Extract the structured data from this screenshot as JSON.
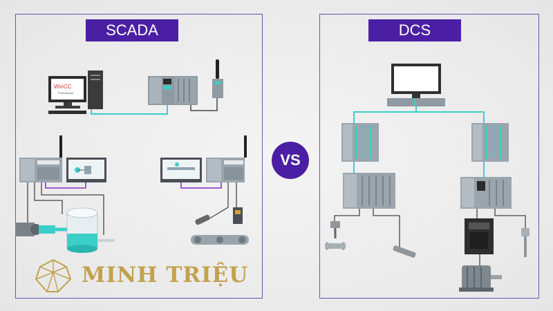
{
  "scada": {
    "title": "SCADA"
  },
  "dcs": {
    "title": "DCS"
  },
  "vs_label": "VS",
  "software": {
    "wincc_name": "WinCC",
    "wincc_edition": "Professional"
  },
  "brand": {
    "name": "MINH TRIỆU",
    "logo_icon": "crystal-gem-icon",
    "color": "#c2a24e"
  },
  "colors": {
    "accent": "#4b1fa4",
    "frame": "#6c4fb0",
    "network_cyan": "#3ccfc8",
    "network_purple": "#9a5ad2"
  }
}
